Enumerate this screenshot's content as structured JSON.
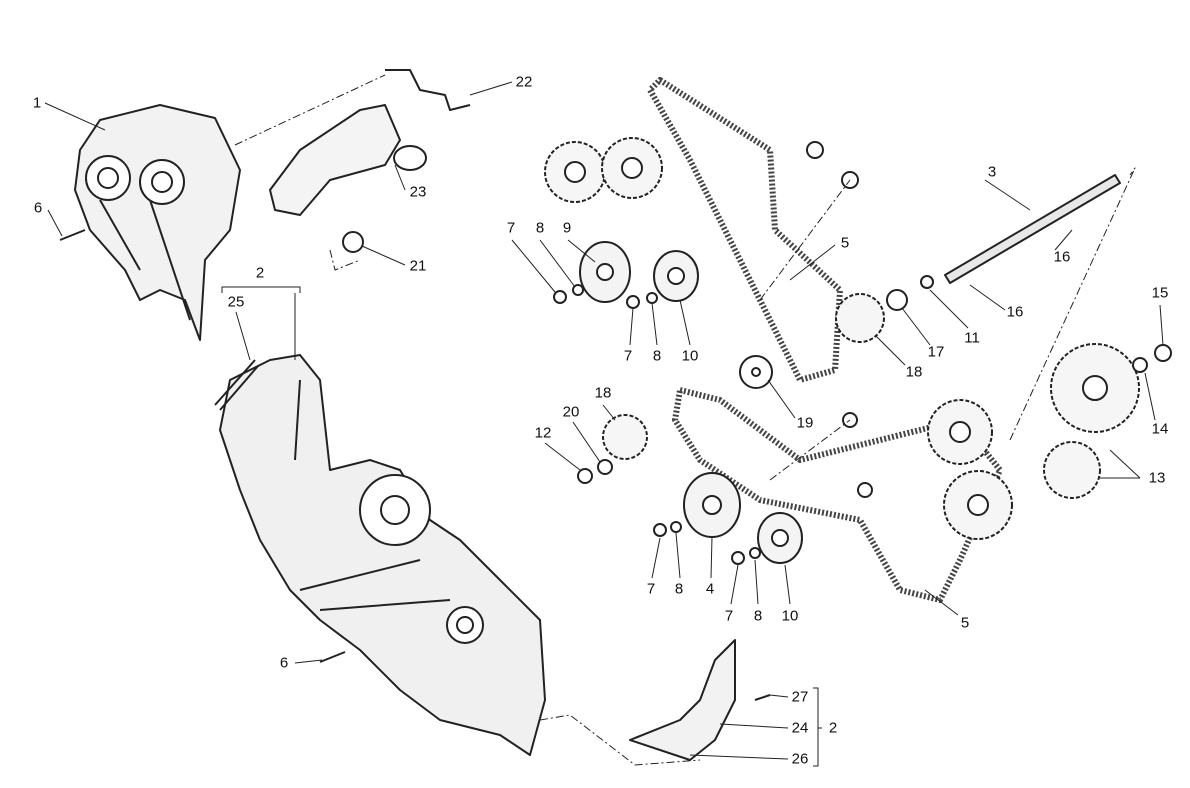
{
  "diagram": {
    "callouts": [
      "1",
      "22",
      "6",
      "23",
      "2",
      "25",
      "21",
      "7",
      "8",
      "9",
      "3",
      "5",
      "16",
      "16",
      "15",
      "11",
      "17",
      "7",
      "8",
      "10",
      "18",
      "18",
      "20",
      "12",
      "19",
      "14",
      "13",
      "7",
      "8",
      "4",
      "7",
      "8",
      "10",
      "5",
      "6",
      "27",
      "24",
      "26",
      "2"
    ]
  }
}
